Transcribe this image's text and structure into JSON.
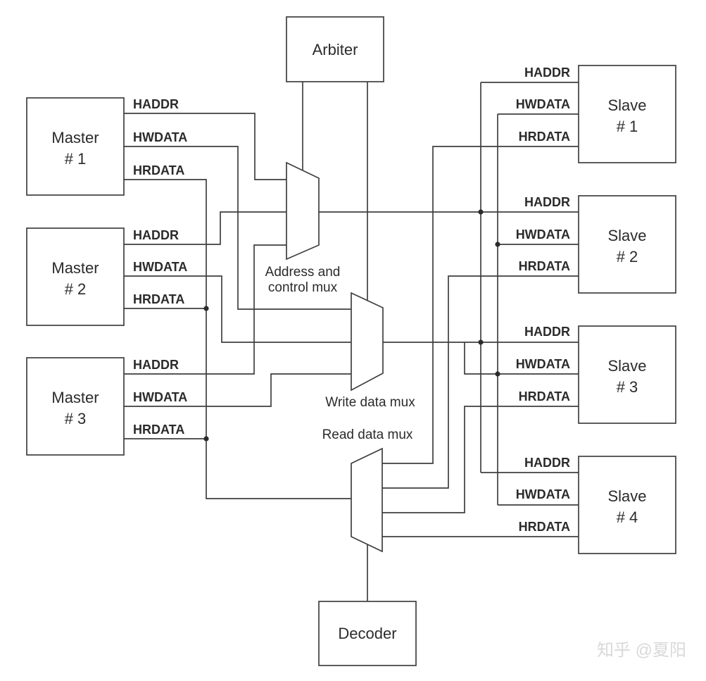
{
  "diagram": {
    "blocks": {
      "arbiter": {
        "label": "Arbiter"
      },
      "decoder": {
        "label": "Decoder"
      },
      "masters": [
        {
          "name": "Master",
          "number": "# 1"
        },
        {
          "name": "Master",
          "number": "# 2"
        },
        {
          "name": "Master",
          "number": "# 3"
        }
      ],
      "slaves": [
        {
          "name": "Slave",
          "number": "# 1"
        },
        {
          "name": "Slave",
          "number": "# 2"
        },
        {
          "name": "Slave",
          "number": "# 3"
        },
        {
          "name": "Slave",
          "number": "# 4"
        }
      ]
    },
    "muxes": {
      "address_line1": "Address and",
      "address_line2": "control mux",
      "write": "Write data mux",
      "read": "Read data mux"
    },
    "signals": {
      "haddr": "HADDR",
      "hwdata": "HWDATA",
      "hrdata": "HRDATA"
    },
    "watermark": "知乎 @夏阳",
    "colors": {
      "line": "#3f3f3f",
      "text": "#2b2b2b",
      "watermark": "#d9d9d9",
      "background": "#ffffff"
    }
  }
}
